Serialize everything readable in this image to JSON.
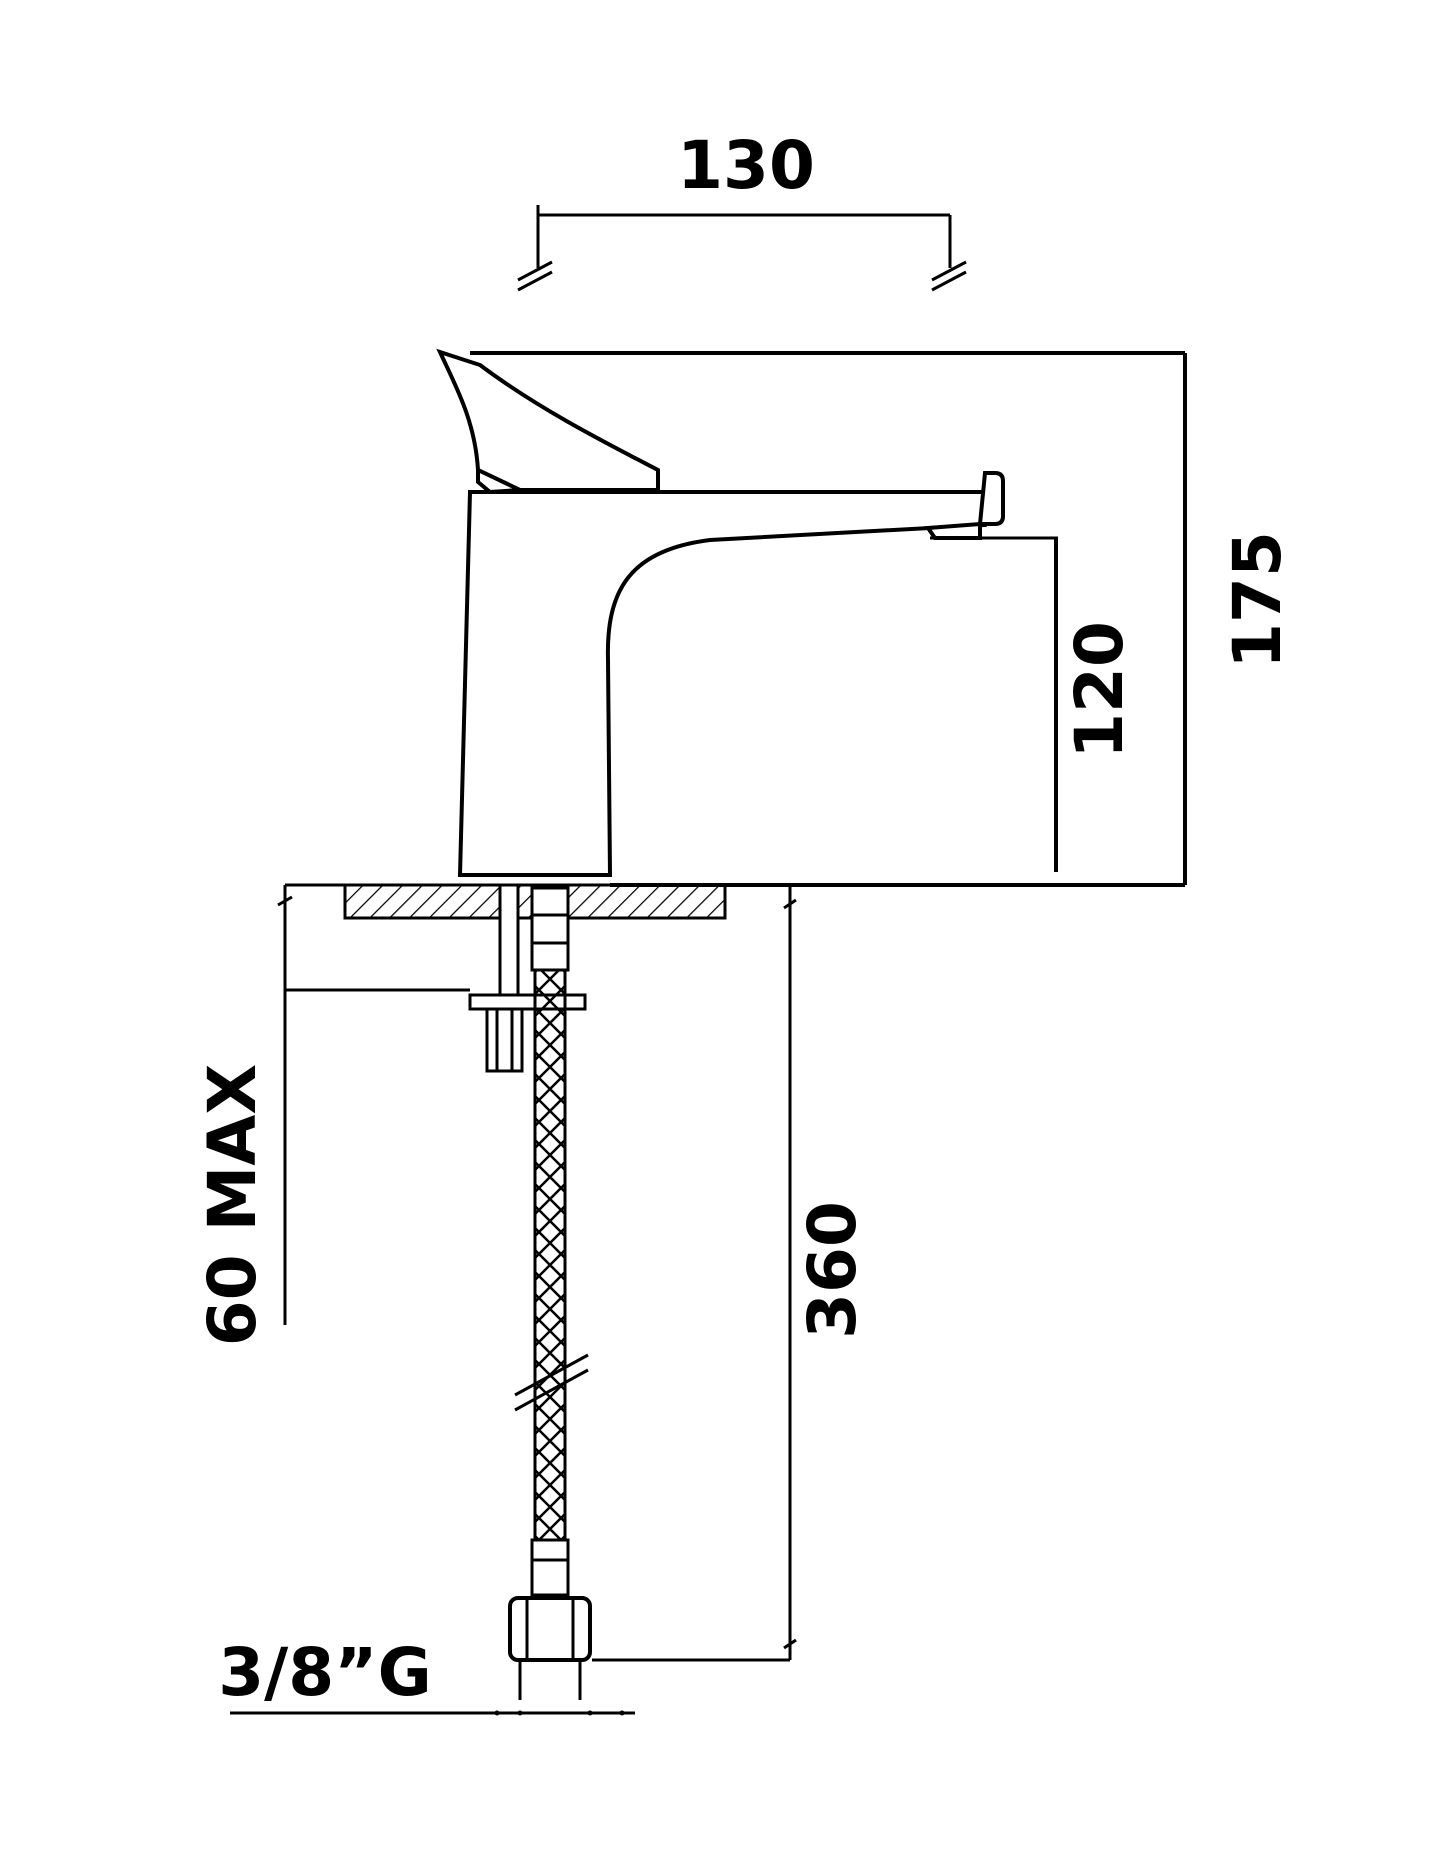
{
  "dimensions": {
    "width_130": "130",
    "height_175": "175",
    "height_120": "120",
    "deck_60_max": "60 MAX",
    "hose_360": "360",
    "thread_3_8_g": "3/8”G"
  },
  "colors": {
    "line": "#000000",
    "background": "#ffffff"
  }
}
